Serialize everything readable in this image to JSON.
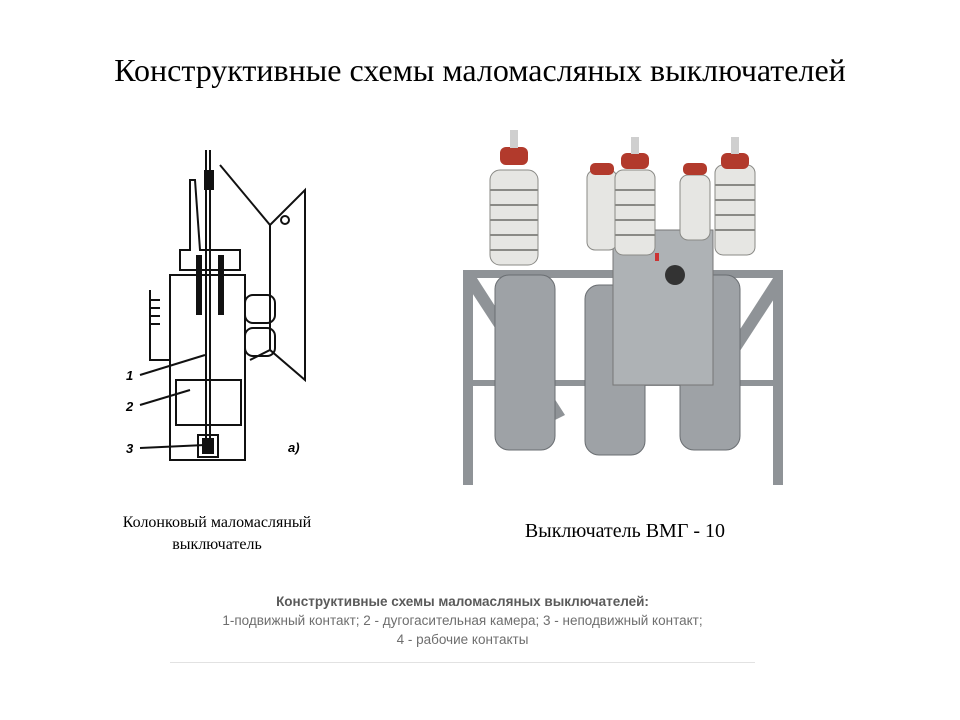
{
  "slide": {
    "title": "Конструктивные схемы маломасляных выключателей",
    "diagram": {
      "labels": [
        "1",
        "2",
        "3"
      ],
      "tag": "а)"
    },
    "left_caption": {
      "line1": "Колонковый маломасляный",
      "line2": "выключатель"
    },
    "right_caption": "Выключатель ВМГ - 10",
    "note": {
      "title": "Конструктивные схемы маломасляных выключателей:",
      "line1": "1-подвижный контакт; 2 - дугогасительная камера; 3 - неподвижный контакт;",
      "line2": "4 - рабочие контакты"
    }
  }
}
